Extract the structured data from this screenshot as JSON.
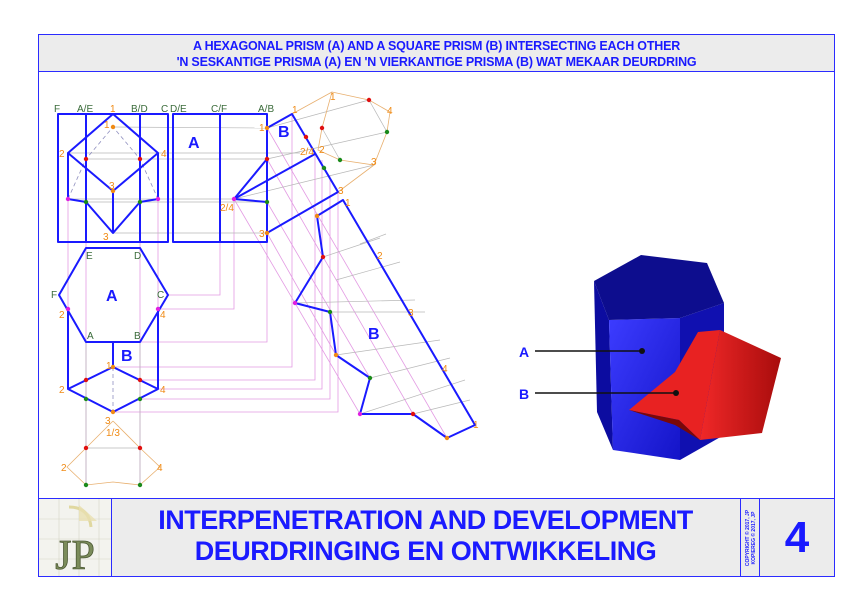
{
  "header": {
    "line1": "A HEXAGONAL PRISM (A) AND A SQUARE PRISM (B) INTERSECTING EACH OTHER",
    "line2": "'N SESKANTIGE PRISMA (A) EN 'N VIERKANTIGE PRISMA (B) WAT MEKAAR DEURDRING"
  },
  "title": {
    "line1": "INTERPENETRATION AND DEVELOPMENT",
    "line2": "DEURDRINGING EN ONTWIKKELING",
    "copyright1": "COPYRIGHT © 2017, JP",
    "copyright2": "KOPIEREG © 2017, JP",
    "sheet_number": "4",
    "logo_text": "JP"
  },
  "drawing": {
    "front_labels": {
      "f": "F",
      "ae": "A/E",
      "bd": "B/D",
      "c": "C",
      "p1": "1",
      "p1b": "1",
      "p2": "2",
      "p4": "4",
      "p3": "3",
      "p3b": "3"
    },
    "side_labels": {
      "de": "D/E",
      "cf": "C/F",
      "ab": "A/B",
      "p1": "1",
      "p24": "2/4",
      "p3": "3",
      "prism_a": "A",
      "prism_b": "B"
    },
    "end_view_labels": {
      "p1": "1",
      "p2": "2",
      "p3": "3",
      "p4": "4",
      "p1b": "1",
      "p24": "2/4",
      "p3b": "3"
    },
    "plan_labels": {
      "e": "E",
      "d": "D",
      "f": "F",
      "c": "C",
      "a": "A",
      "b": "B",
      "prism_a": "A",
      "prism_b": "B",
      "p2": "2",
      "p4": "4",
      "p1": "1",
      "p2b": "2",
      "p4b": "4",
      "p3": "3"
    },
    "aux_labels": {
      "p13": "1/3",
      "p2": "2",
      "p4": "4"
    },
    "development_labels": {
      "p1": "1",
      "p2": "2",
      "p3": "3",
      "p4": "4",
      "p1b": "1",
      "prism_b": "B"
    },
    "pictorial_labels": {
      "a": "A",
      "b": "B"
    }
  },
  "colors": {
    "outline": "#1a1aff",
    "point_label": "#f08a14",
    "corner_label": "#3a6b3a",
    "projection": "#e39be3",
    "red_point": "#e01010",
    "green_point": "#1a8a1a",
    "magenta_point": "#e020e0",
    "prism_a": "#1a1ad0",
    "prism_b": "#e02020"
  }
}
